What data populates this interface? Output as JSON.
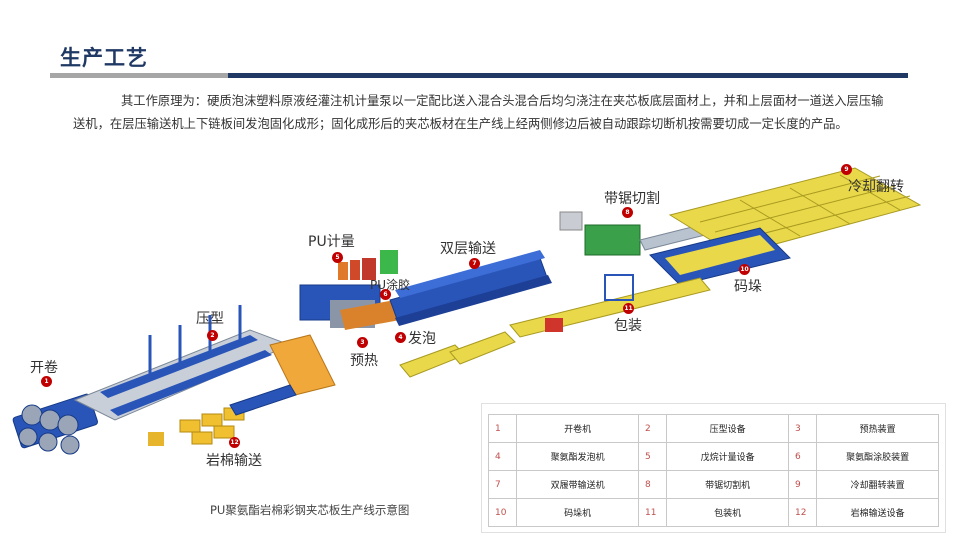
{
  "title": "生产工艺",
  "intro": "其工作原理为：硬质泡沫塑料原液经灌注机计量泵以一定配比送入混合头混合后均匀浇注在夹芯板底层面材上，并和上层面材一道送入层压输送机，在层压输送机上下链板间发泡固化成形；固化成形后的夹芯板材在生产线上经两侧修边后被自动跟踪切断机按需要切成一定长度的产品。",
  "diagram": {
    "caption": "PU聚氨酯岩棉彩钢夹芯板生产线示意图",
    "stations": {
      "s1": {
        "label": "开卷",
        "badge": "1"
      },
      "s2": {
        "label": "压型",
        "badge": "2"
      },
      "s3": {
        "label": "预热",
        "badge": "3"
      },
      "s4": {
        "label": "发泡",
        "badge": "4"
      },
      "s5": {
        "label": "PU计量",
        "badge": "5"
      },
      "s6": {
        "label": "PU涂胶",
        "badge": "6"
      },
      "s7": {
        "label": "双层输送",
        "badge": "7"
      },
      "s8": {
        "label": "带锯切割",
        "badge": "8"
      },
      "s9": {
        "label": "冷却翻转",
        "badge": "9"
      },
      "s10": {
        "label": "码垛",
        "badge": "10"
      },
      "s11": {
        "label": "包装",
        "badge": "11"
      },
      "s12": {
        "label": "岩棉输送",
        "badge": "12"
      }
    }
  },
  "legend_rows": [
    [
      {
        "num": "1",
        "name": "开卷机"
      },
      {
        "num": "2",
        "name": "压型设备"
      },
      {
        "num": "3",
        "name": "预热装置"
      }
    ],
    [
      {
        "num": "4",
        "name": "聚氨酯发泡机"
      },
      {
        "num": "5",
        "name": "戊烷计量设备"
      },
      {
        "num": "6",
        "name": "聚氨酯涂胶装置"
      }
    ],
    [
      {
        "num": "7",
        "name": "双履带输送机"
      },
      {
        "num": "8",
        "name": "带锯切割机"
      },
      {
        "num": "9",
        "name": "冷却翻转装置"
      }
    ],
    [
      {
        "num": "10",
        "name": "码垛机"
      },
      {
        "num": "11",
        "name": "包装机"
      },
      {
        "num": "12",
        "name": "岩棉输送设备"
      }
    ]
  ],
  "colors": {
    "title": "#1f3864",
    "machine_blue": "#1f4fb4",
    "foam_yellow": "#e8d84a",
    "badge_red": "#c00000",
    "cutter_green": "#3aa04a"
  }
}
